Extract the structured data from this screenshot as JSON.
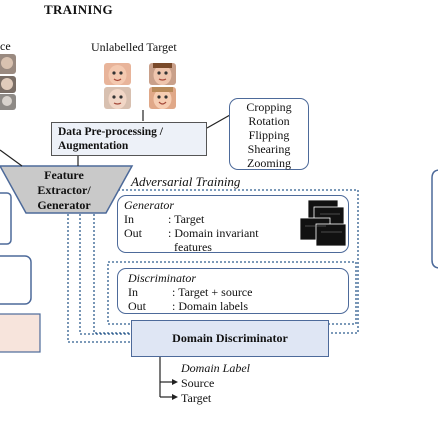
{
  "title": "TRAINING",
  "source_fragment": "ce",
  "unlabelled_target": "Unlabelled Target",
  "preprocessing": {
    "line1": "Data Pre-processing /",
    "line2": "Augmentation"
  },
  "augmentations": [
    "Cropping",
    "Rotation",
    "Flipping",
    "Shearing",
    "Zooming"
  ],
  "feature_extractor": {
    "line1": "Feature",
    "line2": "Extractor/",
    "line3": "Generator"
  },
  "adversarial_training": "Adversarial Training",
  "generator": {
    "title": "Generator",
    "in_key": "In",
    "in_val": ": Target",
    "out_key": "Out",
    "out_val": ": Domain invariant",
    "out_val2": "features"
  },
  "discriminator": {
    "title": "Discriminator",
    "in_key": "In",
    "in_val": ": Target + source",
    "out_key": "Out",
    "out_val": ": Domain labels"
  },
  "domain_discriminator": "Domain Discriminator",
  "domain_label": {
    "title": "Domain Label",
    "items": [
      "Source",
      "Target"
    ]
  },
  "colors": {
    "border": "#4d6a9a",
    "dashed": "#2f5d8f",
    "fe_fill": "#c9c9c9",
    "dd_fill": "#dfe6f4",
    "pre_fill": "#edf1f8"
  }
}
